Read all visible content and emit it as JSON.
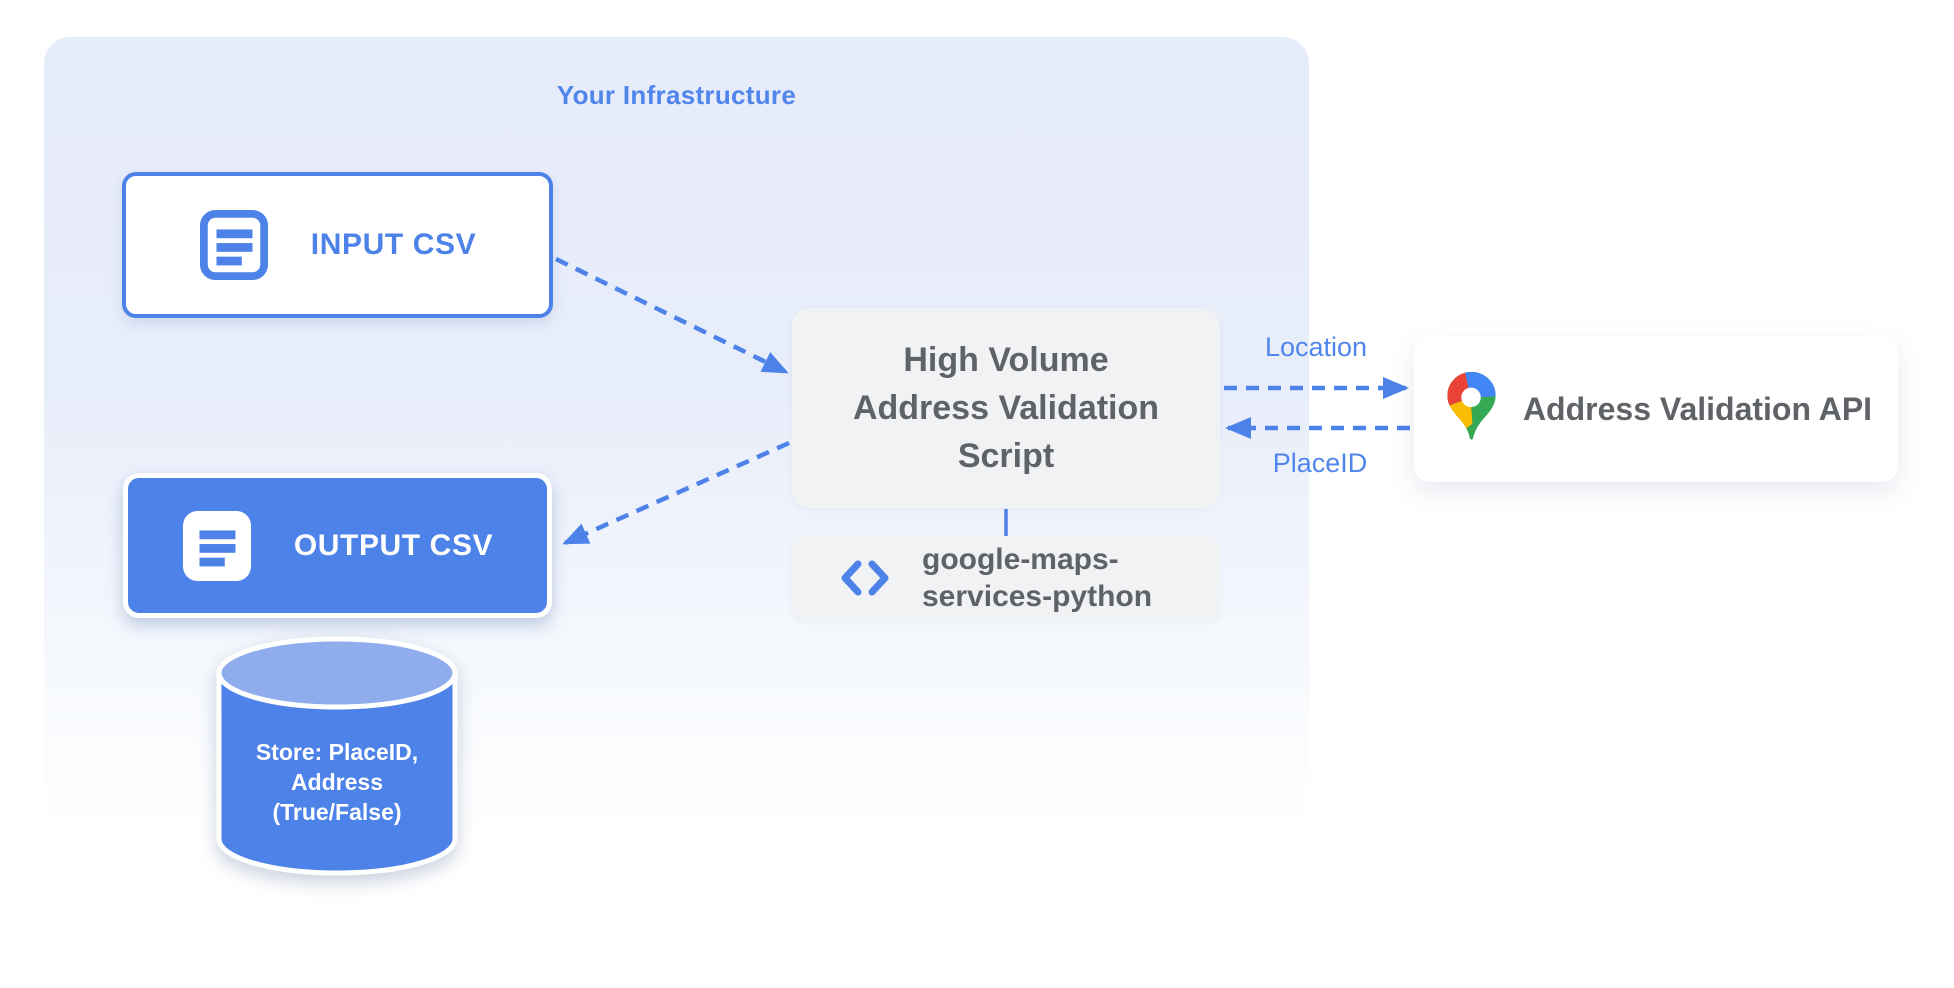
{
  "title": "Your Infrastructure",
  "nodes": {
    "input_csv": {
      "label": "INPUT CSV",
      "icon": "document-icon"
    },
    "output_csv": {
      "label": "OUTPUT CSV",
      "icon": "document-icon"
    },
    "script": {
      "line1": "High Volume",
      "line2": "Address Validation",
      "line3": "Script"
    },
    "library": {
      "line1": "google-maps-",
      "line2": "services-python",
      "icon": "code-icon"
    },
    "api": {
      "label": "Address Validation API",
      "icon": "google-maps-pin-icon"
    },
    "datastore": {
      "line1": "Store: PlaceID,",
      "line2": "Address",
      "line3": "(True/False)"
    }
  },
  "edges": {
    "location_label": "Location",
    "placeid_label": "PlaceID"
  },
  "colors": {
    "blue": "#4D82E9",
    "label_blue": "#5086EC",
    "box_gray": "#F1F2F4",
    "text_gray": "#5F6368",
    "container_bg_top": "#E7ECFA",
    "cylinder_top": "#8FADED",
    "pin_blue": "#4285F4",
    "pin_red": "#EA4335",
    "pin_yellow": "#FBBC04",
    "pin_green": "#34A853"
  }
}
